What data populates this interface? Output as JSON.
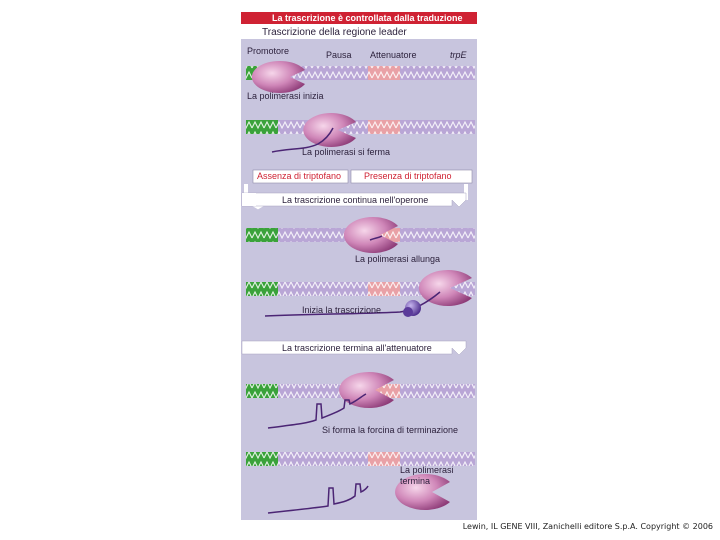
{
  "panel": {
    "title": "La trascrizione è controllata dalla traduzione",
    "subtitle": "Trascrizione della regione leader"
  },
  "labels": {
    "promotore": "Promotore",
    "pausa": "Pausa",
    "attenuatore": "Attenuatore",
    "gene": "trpE",
    "step1": "La polimerasi inizia",
    "step2": "La polimerasi si ferma",
    "branch_left": "Assenza di triptofano",
    "branch_right": "Presenza di triptofano",
    "band1": "La trascrizione continua nell'operone",
    "step3": "La polimerasi allunga",
    "step4": "Inizia la trascrizione",
    "band2": "La trascrizione termina all'attenuatore",
    "step5": "Si forma la forcina di terminazione",
    "step6": "La polimerasi termina"
  },
  "credit": "Lewin, IL GENE VIII, Zanichelli editore S.p.A. Copyright © 2006",
  "colors": {
    "panel_bg": "#c8c5de",
    "title_bg": "#cf2233",
    "promoter": "#3aa23a",
    "attenuator": "#e9a1a6",
    "dna": "#b9a6d6",
    "polymerase": "#c06fa6",
    "rna": "#4b2574"
  }
}
